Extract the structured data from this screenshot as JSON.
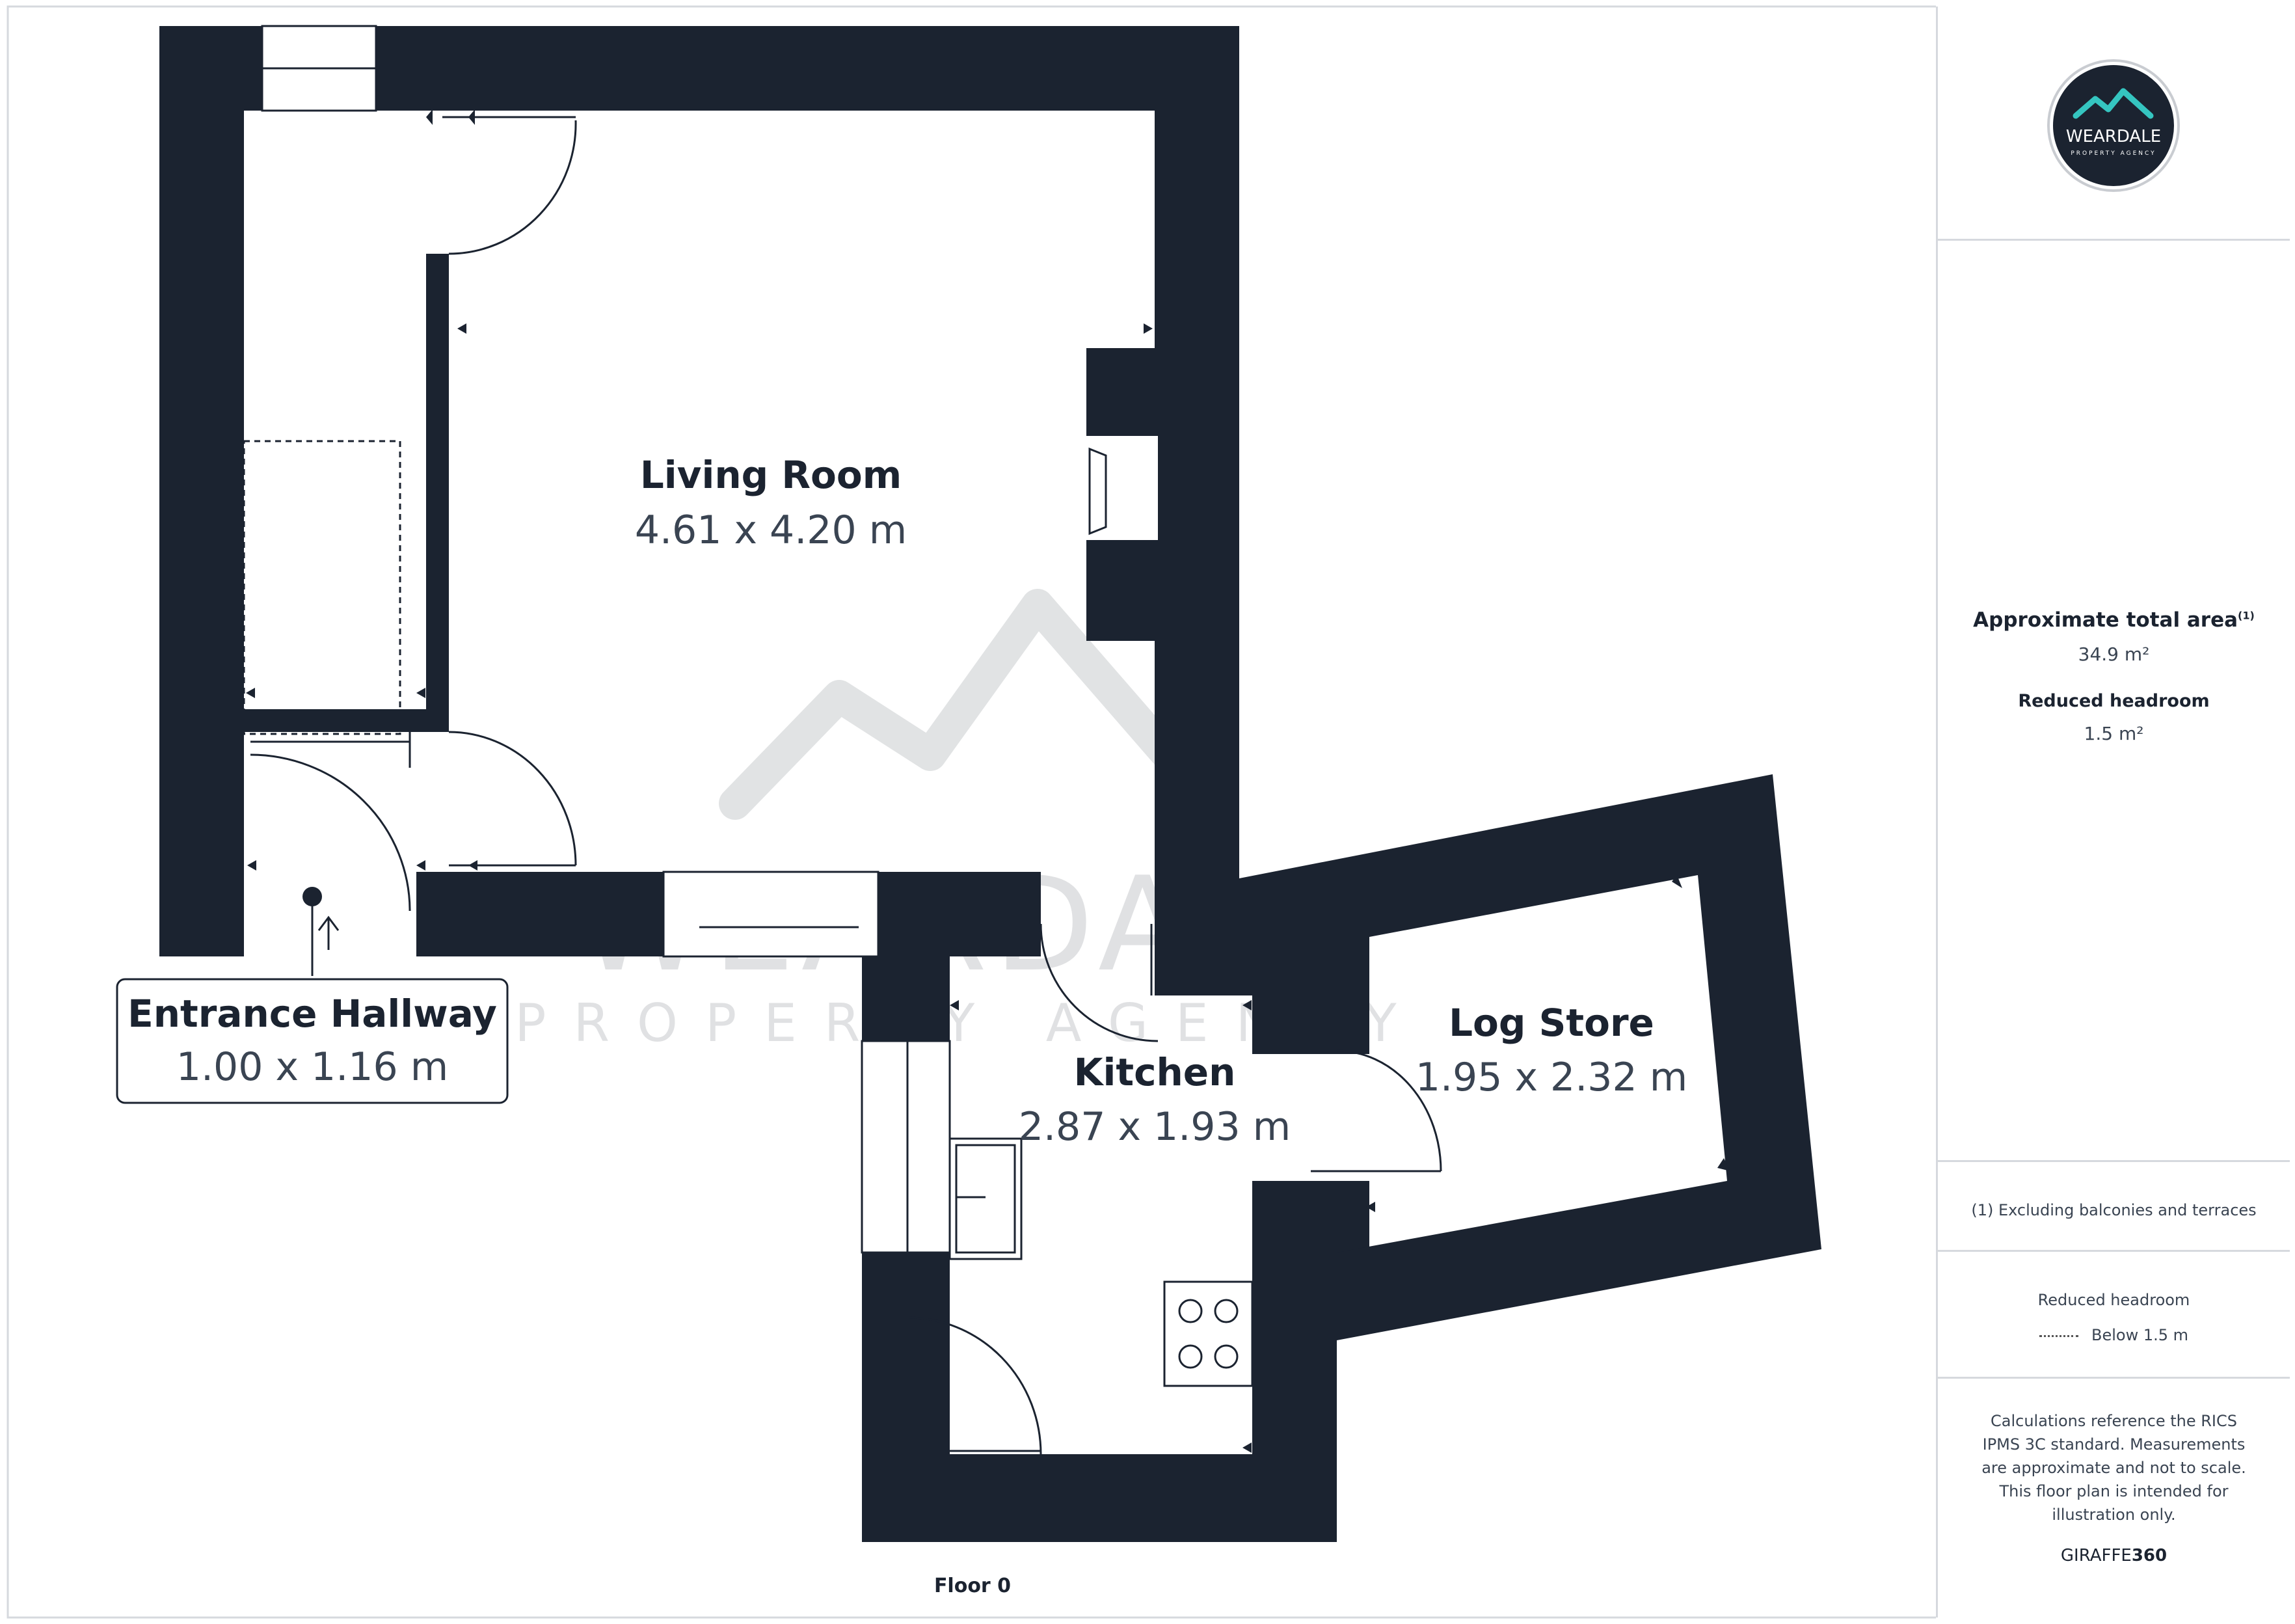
{
  "brand": {
    "logo_word": "WEARDALE",
    "logo_sub": "PROPERTY AGENCY",
    "watermark_word": "WEARDALE",
    "watermark_sub": "PROPERTY AGENCY",
    "accent_color": "#35c5c0",
    "dark_color": "#1b2330"
  },
  "rooms": {
    "living_room": {
      "name": "Living Room",
      "dims": "4.61 x 4.20 m"
    },
    "entrance_hallway": {
      "name": "Entrance Hallway",
      "dims": "1.00 x 1.16 m"
    },
    "kitchen": {
      "name": "Kitchen",
      "dims": "2.87 x 1.93 m"
    },
    "log_store": {
      "name": "Log Store",
      "dims": "1.95 x 2.32 m"
    }
  },
  "floor_label": "Floor 0",
  "sidebar": {
    "area_title": "Approximate total area",
    "area_sup": "(1)",
    "area_value": "34.9 m²",
    "reduced_headroom_title": "Reduced headroom",
    "reduced_headroom_value": "1.5 m²",
    "footnote": "(1) Excluding balconies and terraces",
    "legend_title": "Reduced headroom",
    "legend_item": "Below 1.5 m",
    "disclaimer": "Calculations reference the RICS IPMS 3C standard. Measurements are approximate and not to scale. This floor plan is intended for illustration only.",
    "giraffe_prefix": "GIRAFFE",
    "giraffe_suffix": "360"
  }
}
